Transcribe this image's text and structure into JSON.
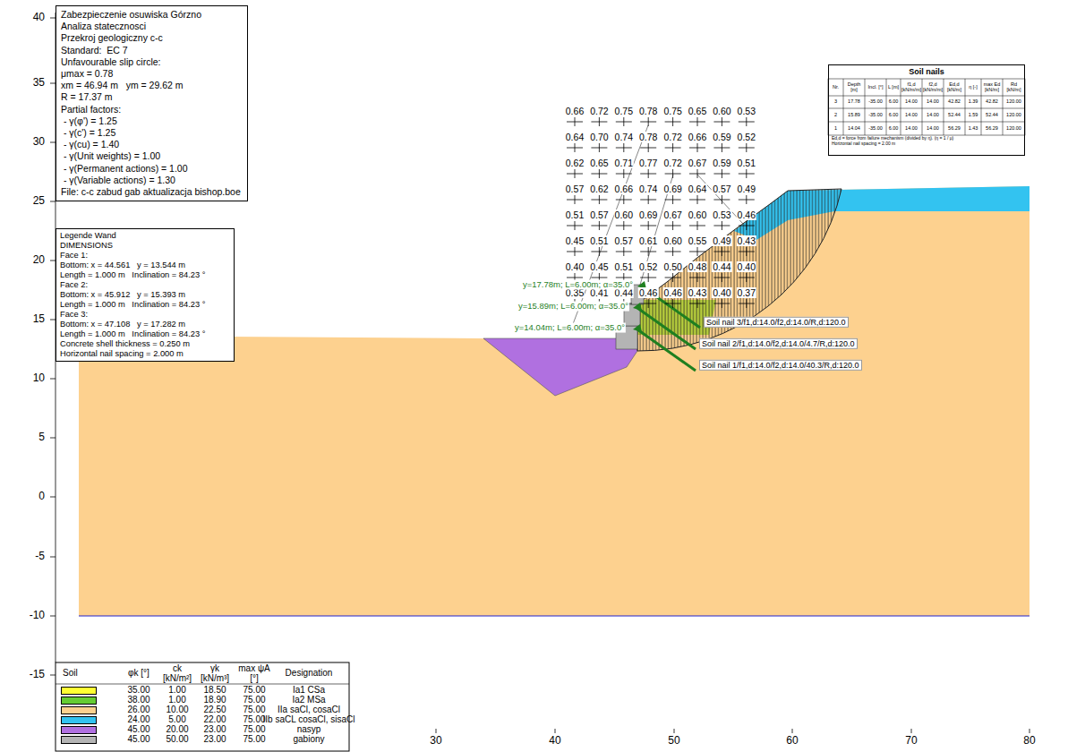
{
  "diagram": {
    "nodes": [
      {
        "text": [
          "Zabezpieczenie osuwiska Górzno",
          "Analiza statecznosci",
          "Przekroj geologiczny c-c",
          "Standard:  EC 7",
          "Unfavourable slip circle:",
          "μmax = 0.78",
          "xm = 46.94 m   ym = 29.62 m",
          "R = 17.37 m",
          "Partial factors:",
          " - γ(φ') = 1.25",
          " - γ(c') = 1.25",
          " - γ(cu) = 1.40",
          " - γ(Unit weights) = 1.00",
          " - γ(Permanent actions) = 1.00",
          " - γ(Variable actions) = 1.30",
          "File: c-c zabud gab aktualizacja bishop.boe"
        ]
      },
      {
        "text": [
          "Legende Wand",
          "DIMENSIONS",
          "Face 1:",
          "Bottom: x = 44.561   y = 13.544 m",
          "Length = 1.000 m   Inclination = 84.23 °",
          "Face 2:",
          "Bottom: x = 45.912   y = 15.393 m",
          "Length = 1.000 m   Inclination = 84.23 °",
          "Face 3:",
          "Bottom: x = 47.108   y = 17.282 m",
          "Length = 1.000 m   Inclination = 84.23 °",
          "Concrete shell thickness = 0.250 m",
          "Horizontal nail spacing = 2.000 m"
        ]
      },
      {
        "text": [
          "Soil nails",
          "Ed,d = force from failure mechanism (divided by η). (η = 1 / μ)",
          "Horizontal nail spacing = 2.00 m"
        ]
      }
    ],
    "labels": [
      "40",
      "35",
      "30",
      "25",
      "20",
      "15",
      "10",
      "5",
      "0",
      "-5",
      "-10",
      "-15",
      "30",
      "40",
      "50",
      "60",
      "70",
      "80",
      "0.66",
      "0.72",
      "0.75",
      "0.78",
      "0.75",
      "0.65",
      "0.60",
      "0.53",
      "0.64",
      "0.70",
      "0.74",
      "0.78",
      "0.72",
      "0.66",
      "0.59",
      "0.52",
      "0.62",
      "0.65",
      "0.71",
      "0.77",
      "0.72",
      "0.67",
      "0.59",
      "0.51",
      "0.57",
      "0.62",
      "0.66",
      "0.74",
      "0.69",
      "0.64",
      "0.57",
      "0.49",
      "0.51",
      "0.57",
      "0.60",
      "0.69",
      "0.67",
      "0.60",
      "0.53",
      "0.46",
      "0.45",
      "0.51",
      "0.57",
      "0.61",
      "0.60",
      "0.55",
      "0.49",
      "0.43",
      "0.40",
      "0.45",
      "0.51",
      "0.52",
      "0.50",
      "0.48",
      "0.44",
      "0.40",
      "0.35",
      "0.41",
      "0.44",
      "0.46",
      "0.46",
      "0.43",
      "0.40",
      "0.37",
      "y=17.78m; L=6.00m; α=35.0°",
      "y=15.89m; L=6.00m; α=35.0°",
      "y=14.04m; L=6.00m; α=35.0°",
      "Soil nail 3/f1,d:14.0/f2,d:14.0/R,d:120.0",
      "Soil nail 2/f1,d:14.0/f2,d:14.0/4.7/R,d:120.0",
      "Soil nail 1/f1,d:14.0/f2,d:14.0/40.3/R,d:120.0",
      "Nr.",
      "Depth [m]",
      "Incl. [°]",
      "L [m]",
      "f1,d [kN/m/m]",
      "f2,d [kN/m/m]",
      "Ed,d [kN/m]",
      "η [-]",
      "max Ed [kN/m]",
      "Rd [kN/m]",
      "3",
      "17.78",
      "-35.00",
      "6.00",
      "14.00",
      "14.00",
      "42.82",
      "1.39",
      "42.82",
      "120.00",
      "2",
      "15.89",
      "-35.00",
      "6.00",
      "14.00",
      "14.00",
      "52.44",
      "1.59",
      "52.44",
      "120.00",
      "1",
      "14.04",
      "-35.00",
      "6.00",
      "14.00",
      "14.00",
      "56.29",
      "1.43",
      "56.29",
      "120.00",
      "Soil",
      "φk [°]",
      "ck [kN/m²]",
      "γk [kN/m³]",
      "max ψA [°]",
      "Designation",
      "35.00",
      "1.00",
      "18.50",
      "75.00",
      "38.00",
      "1.00",
      "18.90",
      "75.00",
      "26.00",
      "10.00",
      "22.50",
      "75.00",
      "24.00",
      "5.00",
      "22.00",
      "75.00",
      "45.00",
      "20.00",
      "23.00",
      "75.00",
      "45.00",
      "50.00",
      "23.00",
      "75.00"
    ],
    "legend": [
      {
        "text": "Ia1 CSa",
        "color": "#ffff33"
      },
      {
        "text": "Ia2 MSa",
        "color": "#66cc33"
      },
      {
        "text": "IIa saCl, cosaCl",
        "color": "#fdd18f"
      },
      {
        "text": "IIb saCL cosaCl, sisaCl",
        "color": "#33c3f0"
      },
      {
        "text": "nasyp",
        "color": "#b070e0"
      },
      {
        "text": "gabiony",
        "color": "#b4b4b4"
      }
    ]
  }
}
